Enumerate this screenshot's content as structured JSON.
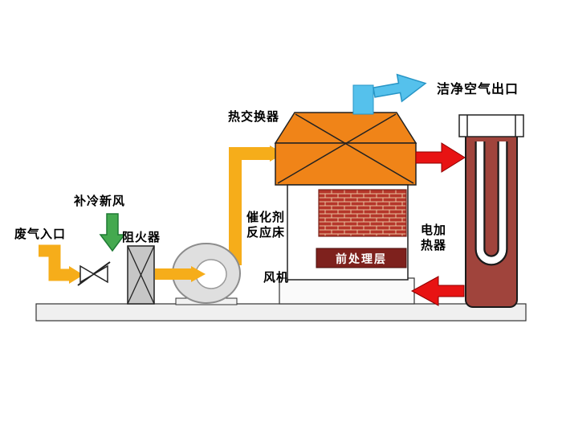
{
  "diagram": {
    "labels": {
      "waste_gas_inlet": "废气入口",
      "fresh_air": "补冷新风",
      "flame_arrester": "阻火器",
      "fan": "风机",
      "heat_exchanger": "热交换器",
      "catalyst_bed_l1": "催化剂",
      "catalyst_bed_l2": "反应床",
      "pretreatment": "前处理层",
      "electric_heater_l1": "电加",
      "electric_heater_l2": "热器",
      "clean_air_outlet": "洁净空气出口"
    },
    "colors": {
      "pipe_yellow": "#F6AD1A",
      "fresh_air_green": "#44A94F",
      "exchanger_orange": "#F08418",
      "brick_red": "#B5362A",
      "brick_mortar": "#E9C19E",
      "pretreatment_dark_red": "#7E211D",
      "heater_maroon": "#A0443C",
      "hot_air_red": "#E81313",
      "clean_air_blue": "#55C1EC",
      "base_gray": "#F0F0F0",
      "arrester_gray": "#C6C6C6"
    }
  }
}
